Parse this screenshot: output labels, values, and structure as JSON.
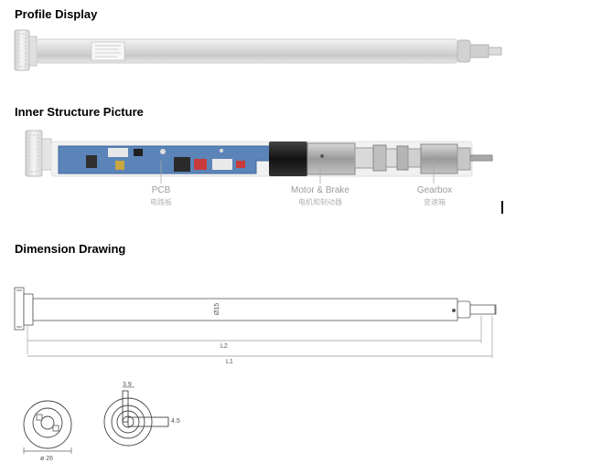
{
  "sections": {
    "profile": {
      "title": "Profile Display"
    },
    "structure": {
      "title": "Inner Structure Picture"
    },
    "dimension": {
      "title": "Dimension Drawing"
    }
  },
  "structure_labels": [
    {
      "en": "PCB",
      "cn": "电路板"
    },
    {
      "en": "Motor & Brake",
      "cn": "电机和制动器"
    },
    {
      "en": "Gearbox",
      "cn": "变速箱"
    }
  ],
  "dimensions": {
    "diameter_tube": "Ø15",
    "length_l2": "L2",
    "length_l1": "L1",
    "end_diameter": "ø 26",
    "shaft_width": "3.9",
    "shaft_length": "4.5"
  },
  "colors": {
    "tube": "#e2e2e2",
    "pcb": "#5b84b8",
    "motor": "#2a2a2a",
    "dimension_line": "#888888"
  }
}
